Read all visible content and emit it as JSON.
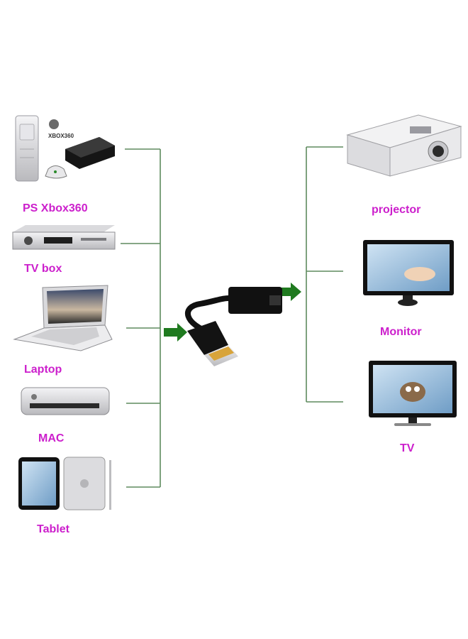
{
  "colors": {
    "label": "#cc1fcc",
    "line": "#5e8a5e",
    "arrow": "#1f7a1f",
    "device_dark": "#1b1b1b",
    "device_silver": "#cfcfd2",
    "screen_blue": "#8fb6d8",
    "adapter_gold": "#d8a43a"
  },
  "sources": [
    {
      "label": "PS Xbox360",
      "icon": "game-console-icon",
      "badge": "XBOX360"
    },
    {
      "label": "TV box",
      "icon": "set-top-box-icon"
    },
    {
      "label": "Laptop",
      "icon": "laptop-icon"
    },
    {
      "label": "MAC",
      "icon": "mac-mini-icon"
    },
    {
      "label": "Tablet",
      "icon": "tablet-icon"
    }
  ],
  "adapter": {
    "icon": "hdmi-to-vga-adapter-icon"
  },
  "outputs": [
    {
      "label": "projector",
      "icon": "projector-icon"
    },
    {
      "label": "Monitor",
      "icon": "monitor-icon"
    },
    {
      "label": "TV",
      "icon": "tv-icon"
    }
  ]
}
